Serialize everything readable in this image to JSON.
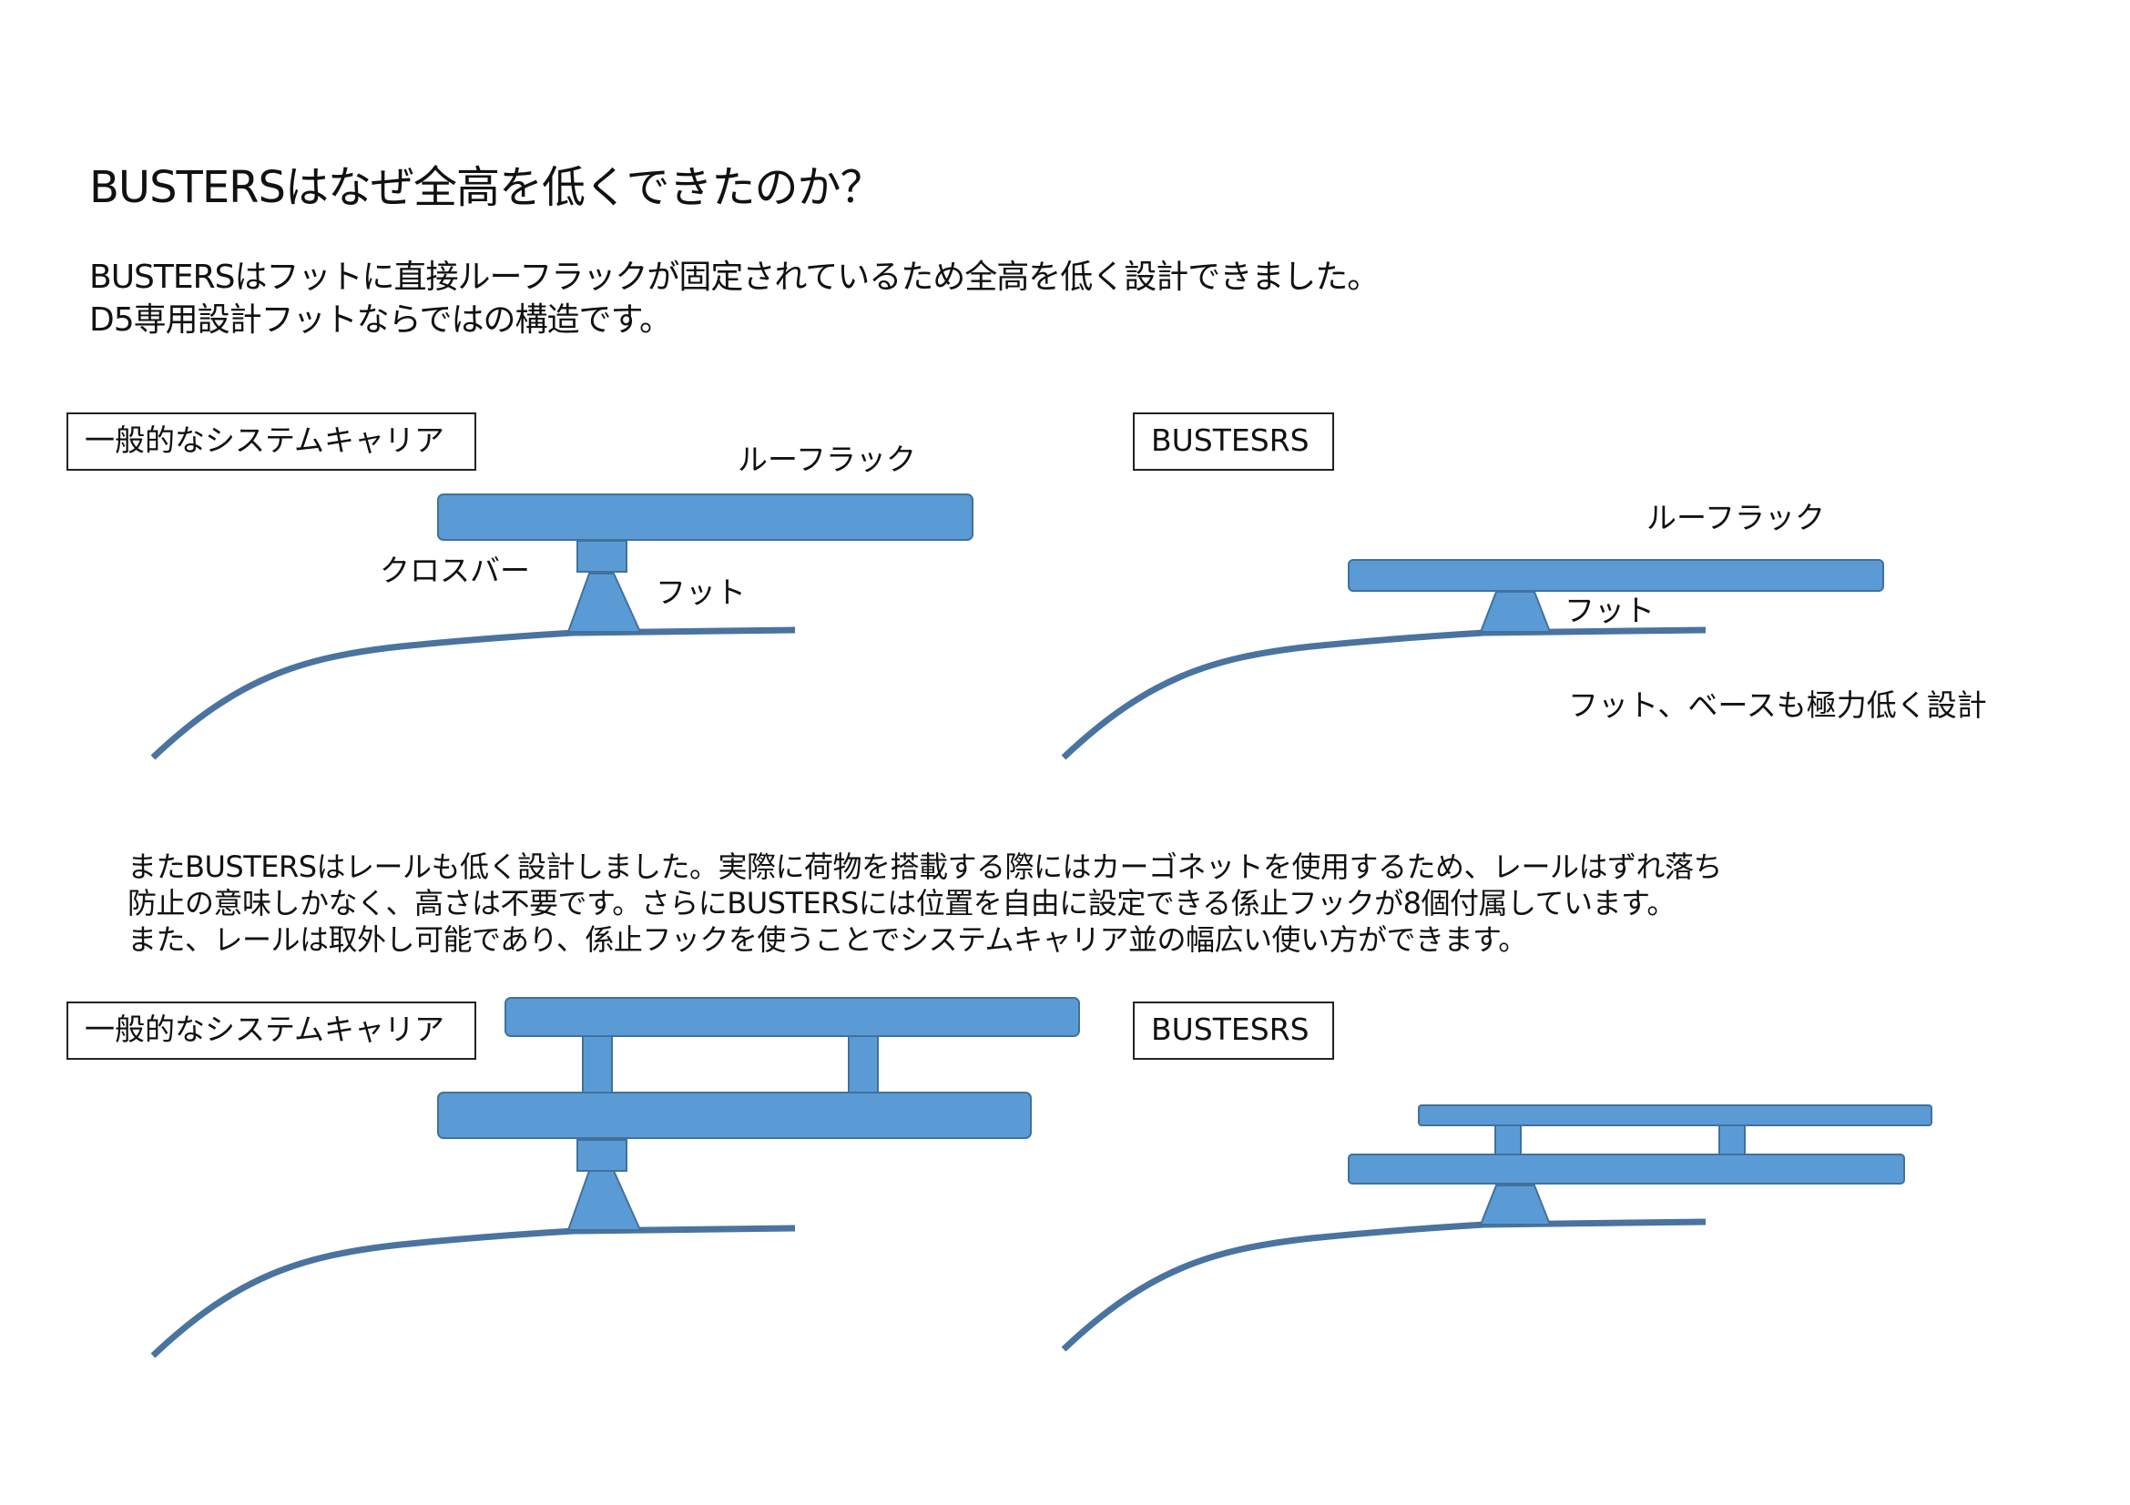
{
  "title": "BUSTERSはなぜ全高を低くできたのか？",
  "intro": [
    "BUSTERSはフットに直接ルーフラックが固定されているため全高を低く設計できました。",
    "D5専用設計フットならではの構造です。"
  ],
  "paragraph": [
    "またBUSTERSはレールも低く設計しました。実際に荷物を搭載する際にはカーゴネットを使用するため、レールはずれ落ち",
    "防止の意味しかなく、高さは不要です。さらにBUSTERSには位置を自由に設定できる係止フックが8個付属しています。",
    "また、レールは取外し可能であり、係止フックを使うことでシステムキャリア並の幅広い使い方ができます。"
  ],
  "diagram1": {
    "general_box": "一般的なシステムキャリア",
    "busters_box": "BUSTESRS",
    "general_rack_label": "ルーフラック",
    "general_crossbar_label": "クロスバー",
    "general_foot_label": "フット",
    "busters_rack_label": "ルーフラック",
    "busters_foot_label": "フット",
    "busters_note": "フット、ベースも極力低く設計"
  },
  "diagram2": {
    "general_box": "一般的なシステムキャリア",
    "busters_box": "BUSTESRS"
  },
  "colors": {
    "part_fill": "#5b9bd5",
    "part_stroke": "#41719c",
    "roof_line": "#4a73a0"
  }
}
